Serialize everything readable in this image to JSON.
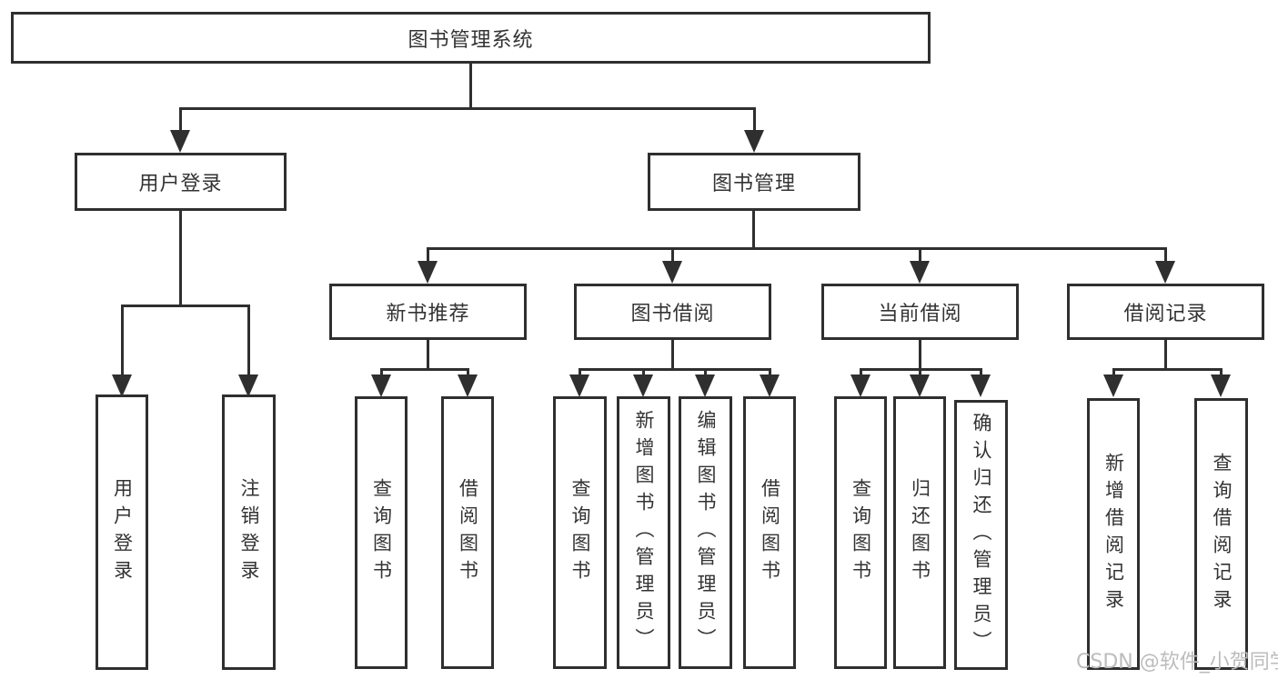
{
  "diagram_type": "tree",
  "colors": {
    "line": "#2f2f2f",
    "text": "#333333",
    "background": "#ffffff",
    "watermark": "#bcbcbc"
  },
  "tree": {
    "label": "图书管理系统",
    "children": [
      {
        "label": "用户登录",
        "children": [
          {
            "label": "用户登录"
          },
          {
            "label": "注销登录"
          }
        ]
      },
      {
        "label": "图书管理",
        "children": [
          {
            "label": "新书推荐",
            "children": [
              {
                "label": "查询图书"
              },
              {
                "label": "借阅图书"
              }
            ]
          },
          {
            "label": "图书借阅",
            "children": [
              {
                "label": "查询图书"
              },
              {
                "label": "新增图书（管理员）"
              },
              {
                "label": "编辑图书（管理员）"
              },
              {
                "label": "借阅图书"
              }
            ]
          },
          {
            "label": "当前借阅",
            "children": [
              {
                "label": "查询图书"
              },
              {
                "label": "归还图书"
              },
              {
                "label": "确认归还（管理员）"
              }
            ]
          },
          {
            "label": "借阅记录",
            "children": [
              {
                "label": "新增借阅记录"
              },
              {
                "label": "查询借阅记录"
              }
            ]
          }
        ]
      }
    ]
  },
  "watermark": "CSDN @软件_小贺同学"
}
